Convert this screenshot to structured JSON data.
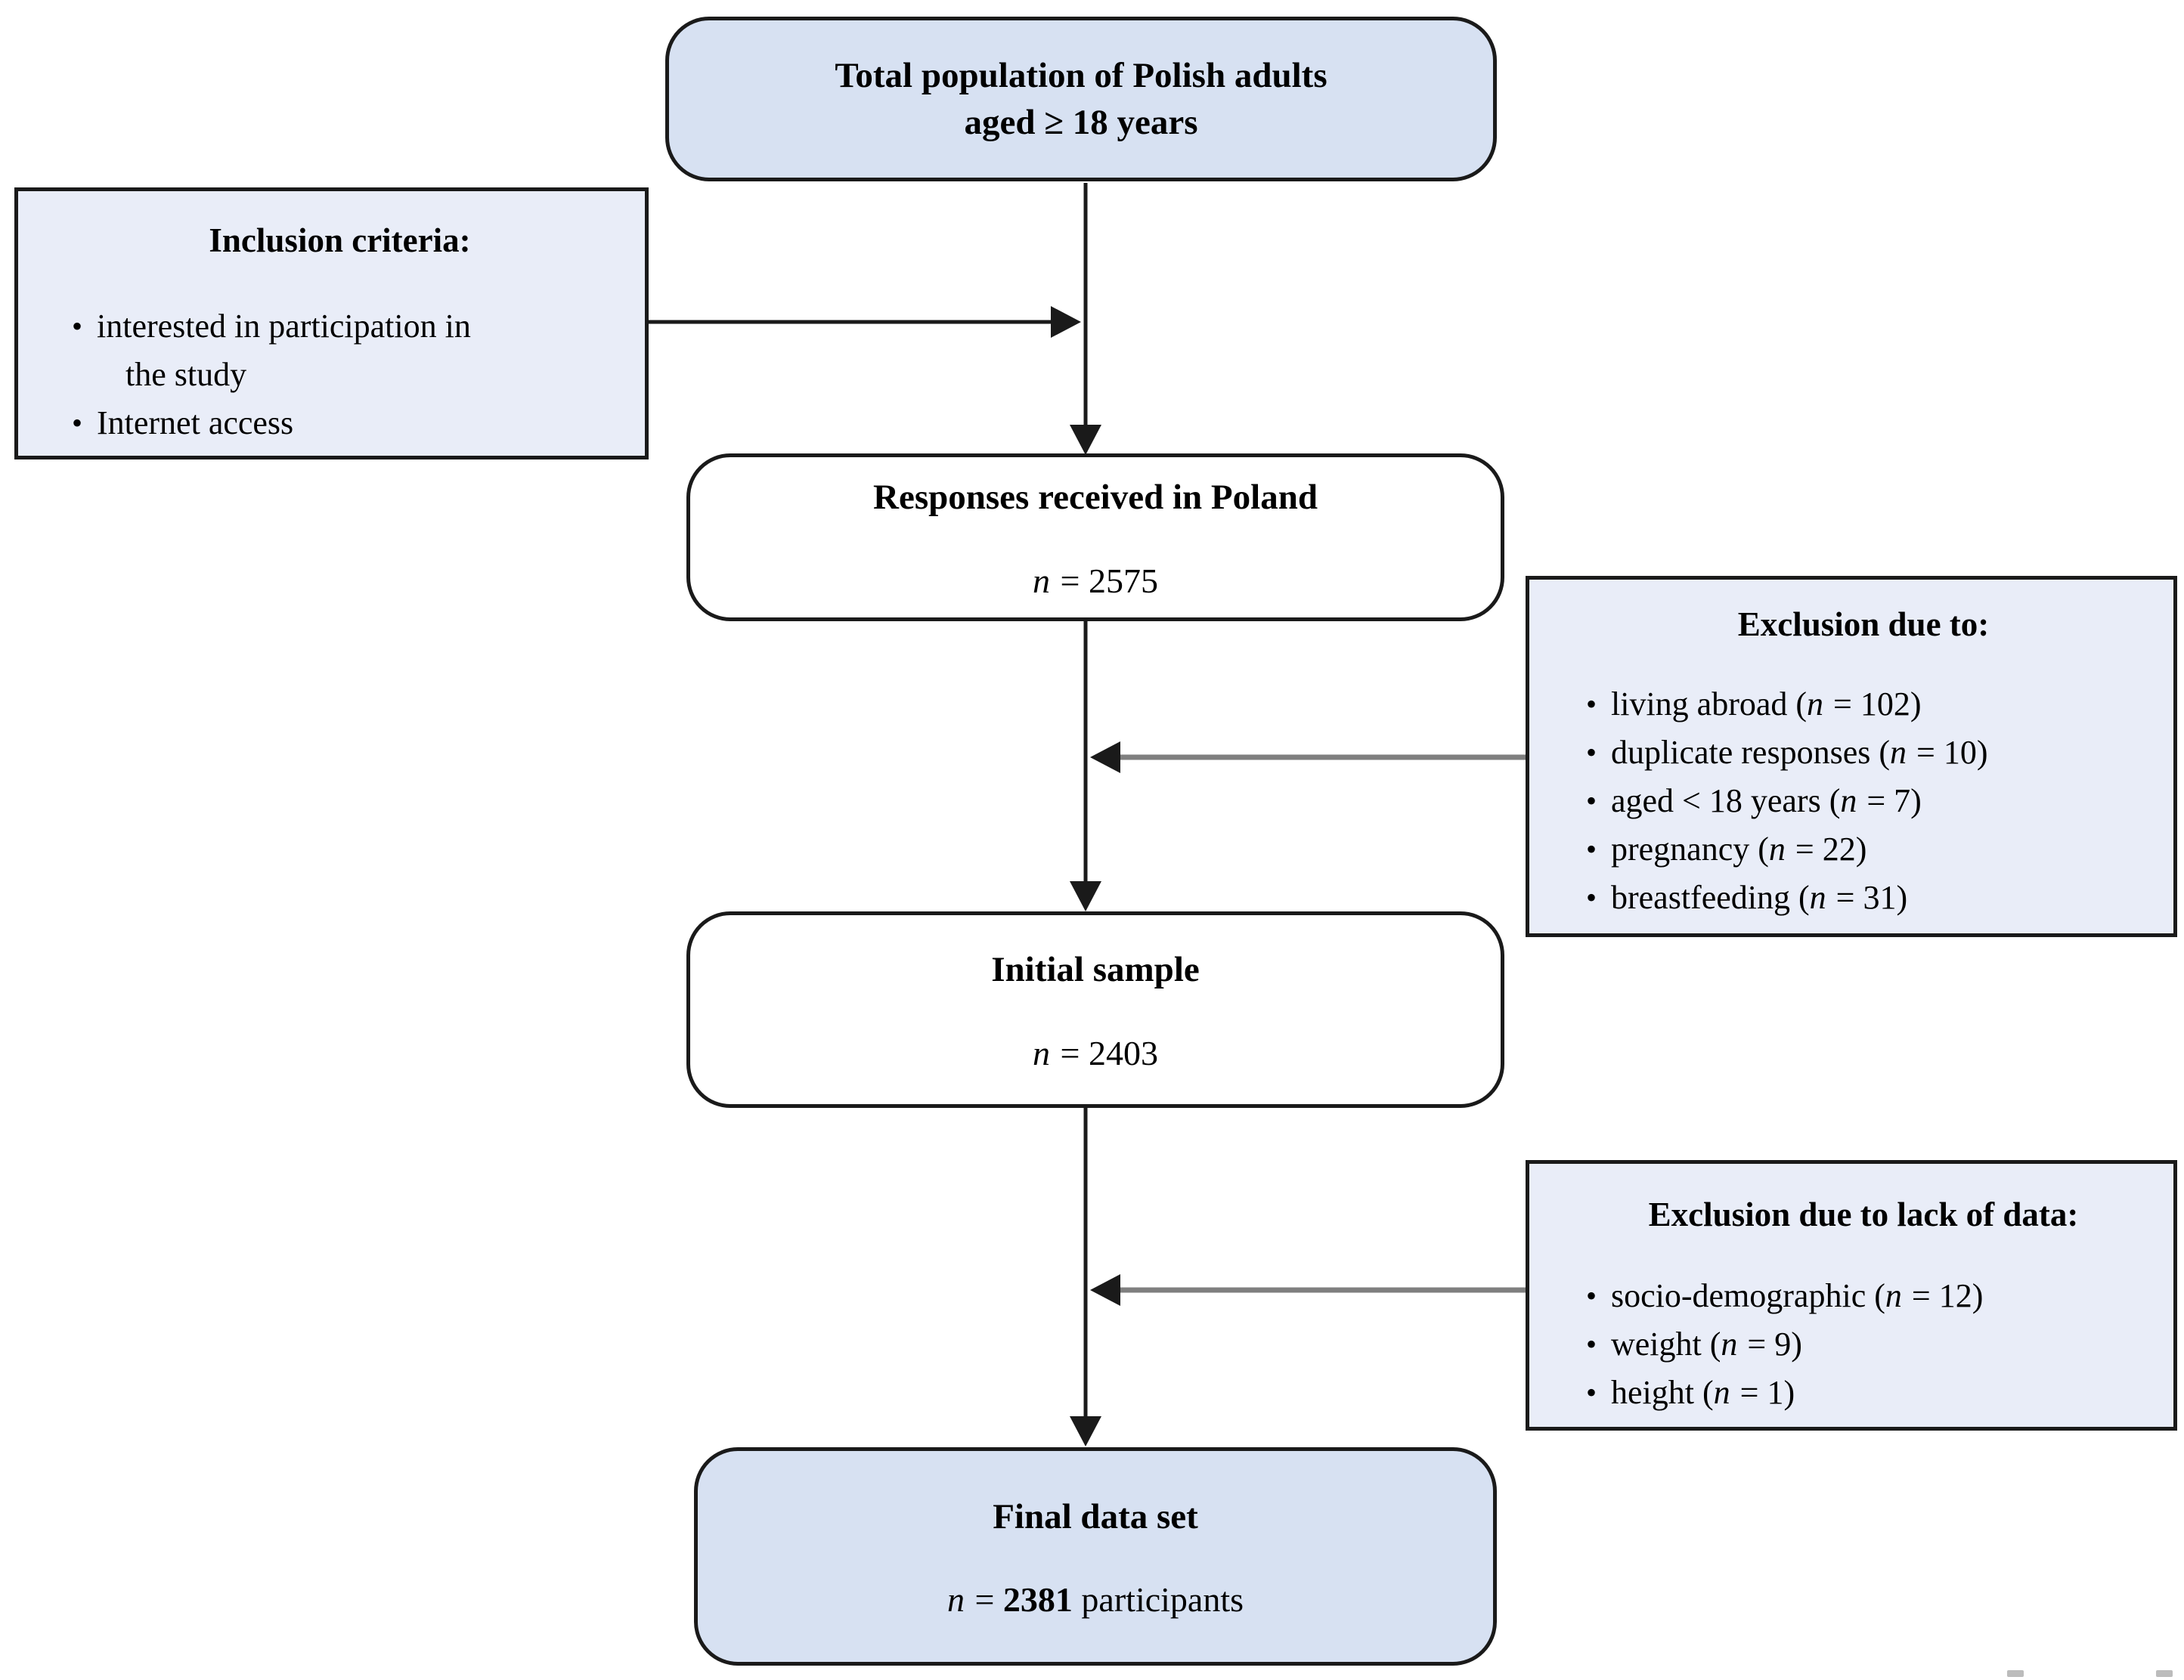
{
  "figure": {
    "bullet_char": "•",
    "colors": {
      "highlight_fill": "#d7e1f2",
      "side_fill": "#e9edf8",
      "plain_fill": "#ffffff",
      "border": "#1a1a1a",
      "arrow_dark": "#1a1a1a",
      "arrow_gray": "#7f7f7f"
    },
    "nodes": {
      "total_population": {
        "line1": "Total population of Polish adults",
        "line2": "aged ≥ 18 years"
      },
      "inclusion": {
        "title": "Inclusion criteria:",
        "bullets": [
          {
            "pre": "interested in participation in\nthe study"
          },
          {
            "pre": "Internet access"
          }
        ]
      },
      "responses": {
        "title": "Responses received in Poland",
        "n": "n",
        "n_rest": " = 2575"
      },
      "exclusion1": {
        "title": "Exclusion due to:",
        "bullets": [
          {
            "pre": "living abroad (",
            "n": "n",
            "post": " = 102)"
          },
          {
            "pre": "duplicate responses (",
            "n": "n",
            "post": " = 10)"
          },
          {
            "pre": "aged < 18 years (",
            "n": "n",
            "post": " = 7)"
          },
          {
            "pre": "pregnancy (",
            "n": "n",
            "post": " = 22)"
          },
          {
            "pre": "breastfeeding (",
            "n": "n",
            "post": " = 31)"
          }
        ]
      },
      "initial_sample": {
        "title": "Initial sample",
        "n": "n",
        "n_rest": " = 2403"
      },
      "exclusion2": {
        "title": "Exclusion due to lack of data:",
        "bullets": [
          {
            "pre": "socio-demographic (",
            "n": "n",
            "post": " = 12)"
          },
          {
            "pre": "weight (",
            "n": "n",
            "post": " = 9)"
          },
          {
            "pre": "height (",
            "n": "n",
            "post": " = 1)"
          }
        ]
      },
      "final": {
        "title": "Final data set",
        "n": "n",
        "n_eq": " = ",
        "n_bold": "2381",
        "n_suffix": " participants"
      }
    }
  }
}
